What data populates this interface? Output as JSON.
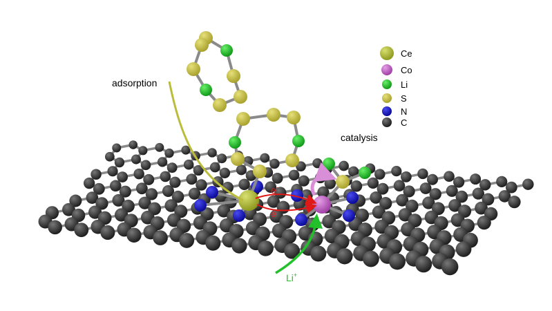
{
  "legend": [
    {
      "label": "Ce",
      "color": "#b5c23a"
    },
    {
      "label": "Co",
      "color": "#c46bc6"
    },
    {
      "label": "Li",
      "color": "#22c02a"
    },
    {
      "label": "S",
      "color": "#c9c24a"
    },
    {
      "label": "N",
      "color": "#1010c0"
    },
    {
      "label": "C",
      "color": "#2e2e2e"
    }
  ],
  "annotations": {
    "adsorption": "adsorption",
    "catalysis": "catalysis",
    "electron_top": "e",
    "electron_bottom": "e",
    "electron_sup": "-",
    "lithium": "Li",
    "lithium_sup": "+"
  },
  "colors": {
    "adsorption_arrow": "#bcbc3c",
    "electron_arrow": "#e01818",
    "lithium_arrow": "#22c02a",
    "catalysis_arrow": "#d98fd8",
    "bond": "#8a8a8a"
  }
}
